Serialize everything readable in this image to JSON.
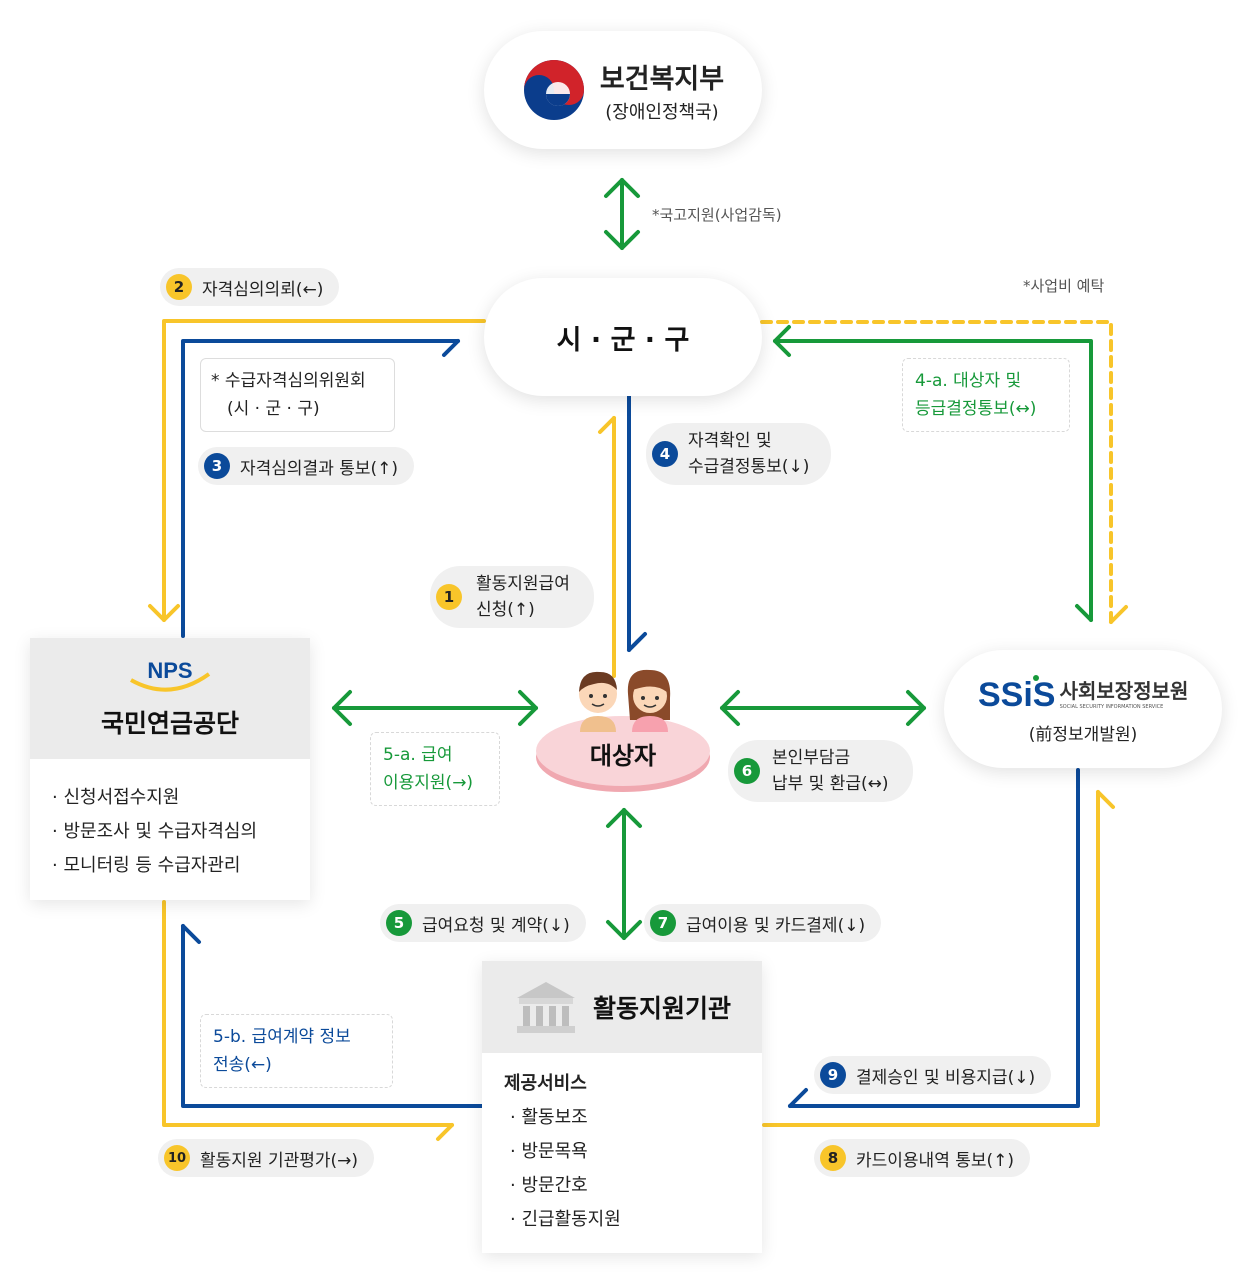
{
  "nodes": {
    "ministry": {
      "title": "보건복지부",
      "subtitle": "(장애인정책국)"
    },
    "city": {
      "title": "시 · 군 · 구"
    },
    "nps": {
      "logo_text": "NPS",
      "title": "국민연금공단",
      "items": [
        "· 신청서접수지원",
        "· 방문조사 및 수급자격심의",
        "· 모니터링 등 수급자관리"
      ]
    },
    "recipient": {
      "title": "대상자"
    },
    "ssis": {
      "logo_text": "SSiS",
      "name": "사회보장정보원",
      "tagline": "SOCIAL SECURITY INFORMATION SERVICE",
      "subtitle": "(前정보개발원)"
    },
    "agency": {
      "title": "활동지원기관",
      "services_title": "제공서비스",
      "items": [
        "· 활동보조",
        "· 방문목욕",
        "· 방문간호",
        "· 긴급활동지원"
      ]
    }
  },
  "notes": {
    "gov_support": "*국고지원(사업감독)",
    "entrust": "*사업비 예탁",
    "committee_line1": "* 수급자격심의위원회",
    "committee_line2": "(시 · 군 · 구)"
  },
  "steps": [
    {
      "num": "2",
      "color": "yellow",
      "text": "자격심의의뢰(←)"
    },
    {
      "num": "3",
      "color": "blue",
      "text": "자격심의결과 통보(↑)"
    },
    {
      "num": "4",
      "color": "blue",
      "line1": "자격확인 및",
      "line2": "수급결정통보(↓)"
    },
    {
      "num": "1",
      "color": "yellow",
      "line1": "활동지원급여",
      "line2": "신청(↑)"
    },
    {
      "num": "6",
      "color": "green",
      "line1": "본인부담금",
      "line2": "납부 및 환급(↔)"
    },
    {
      "num": "5",
      "color": "green",
      "text": "급여요청 및 계약(↓)"
    },
    {
      "num": "7",
      "color": "green",
      "text": "급여이용 및 카드결제(↓)"
    },
    {
      "num": "9",
      "color": "blue",
      "text": "결제승인 및 비용지급(↓)"
    },
    {
      "num": "10",
      "color": "yellow",
      "text": "활동지원 기관평가(→)"
    },
    {
      "num": "8",
      "color": "yellow",
      "text": "카드이용내역 통보(↑)"
    }
  ],
  "dashed_labels": {
    "a4_line1": "4-a. 대상자 및",
    "a4_line2": "등급결정통보(↔)",
    "a5_line1": "5-a. 급여",
    "a5_line2": "이용지원(→)",
    "b5_line1": "5-b. 급여계약 정보",
    "b5_line2": "전송(←)"
  },
  "colors": {
    "yellow": "#f8c52a",
    "blue": "#0b4a9a",
    "green": "#17993a",
    "gray_bg": "#ebebeb",
    "pill_bg": "#f0f0f0"
  },
  "icons": [
    "taegeuk-emblem-icon",
    "recipient-people-icon",
    "building-icon",
    "nps-logo-icon",
    "ssis-logo-icon"
  ]
}
